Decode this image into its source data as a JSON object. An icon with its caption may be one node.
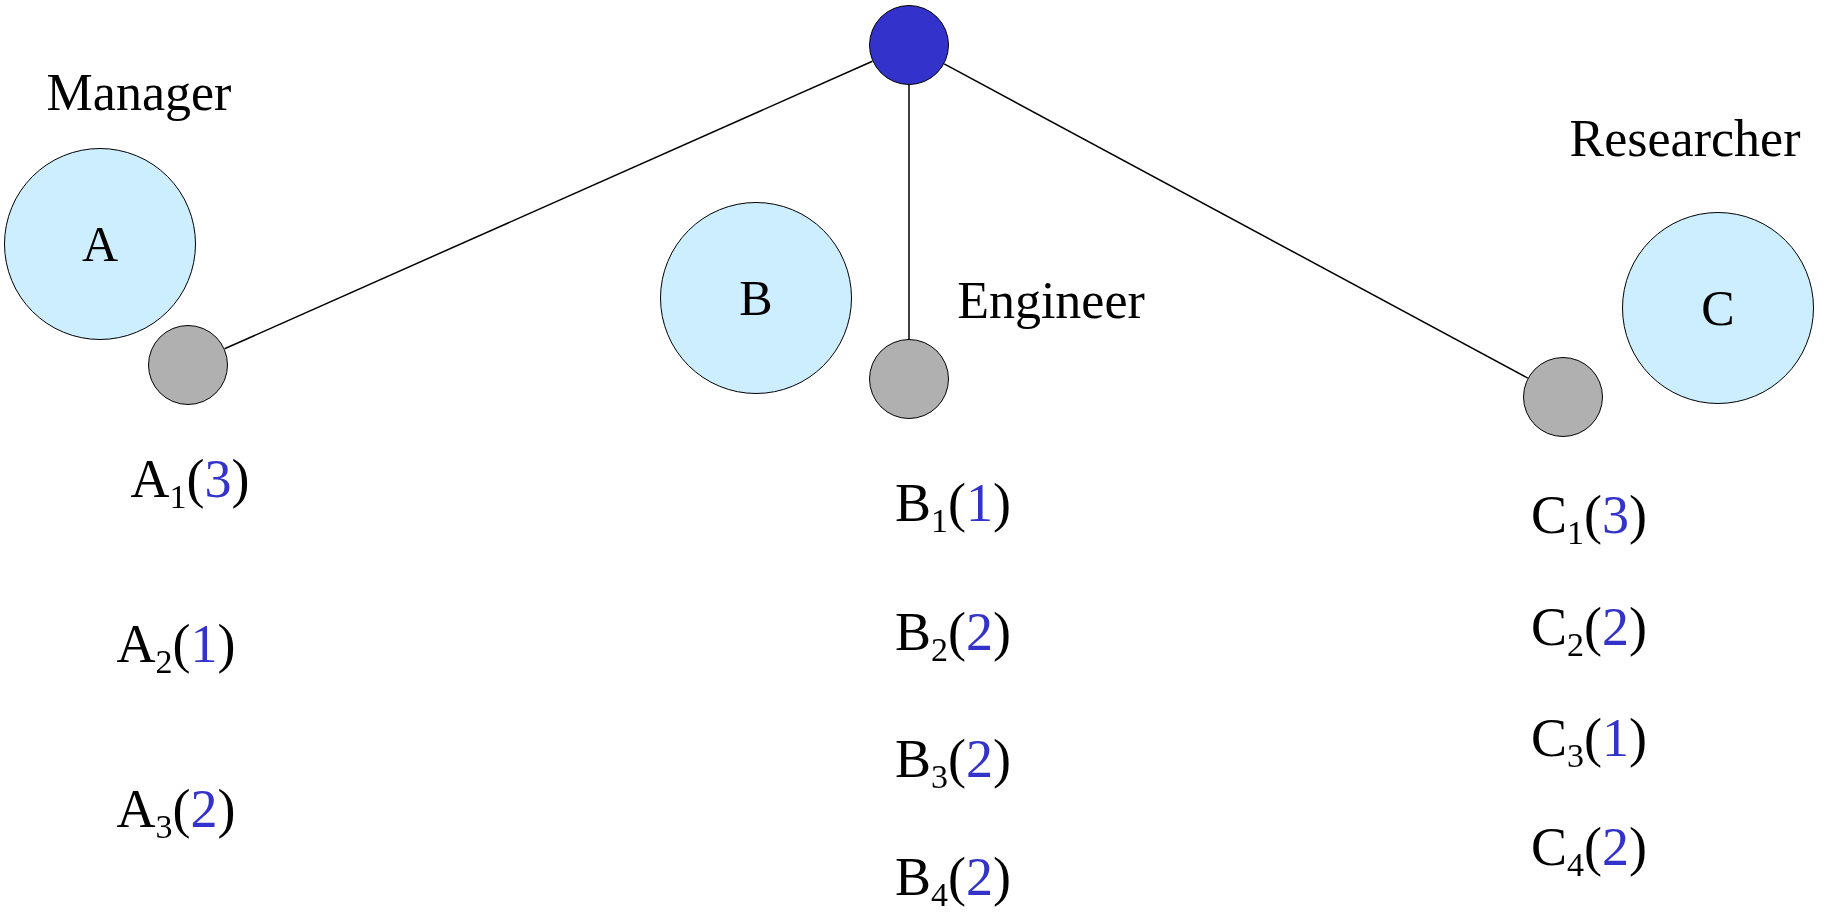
{
  "diagram": {
    "nodes": [
      {
        "text": [],
        "shape": "circle"
      },
      {
        "text": [
          "A"
        ],
        "beside": [
          "Manager"
        ]
      },
      {
        "text": [],
        "shape": "circle"
      },
      {
        "text": [
          "B"
        ]
      },
      {
        "text": [],
        "shape": "circle"
      },
      {
        "text": [
          "C"
        ],
        "beside": [
          "Researcher"
        ]
      },
      {
        "text": [],
        "shape": "circle"
      }
    ],
    "edges": [
      {
        "from": 0,
        "to": 2,
        "arrow": "none"
      },
      {
        "from": 0,
        "to": 4,
        "arrow": "none"
      },
      {
        "from": 0,
        "to": 6,
        "arrow": "none"
      }
    ],
    "labels": [
      "Engineer",
      "A$_{1}$(3)",
      "A$_{2}$(1)",
      "A$_{3}$(2)",
      "B$_{1}$(1)",
      "B$_{2}$(2)",
      "B$_{3}$(2)",
      "B$_{4}$(2)",
      "C$_{1}$(3)",
      "C$_{2}$(2)",
      "C$_{3}$(1)",
      "C$_{4}$(2)"
    ]
  }
}
